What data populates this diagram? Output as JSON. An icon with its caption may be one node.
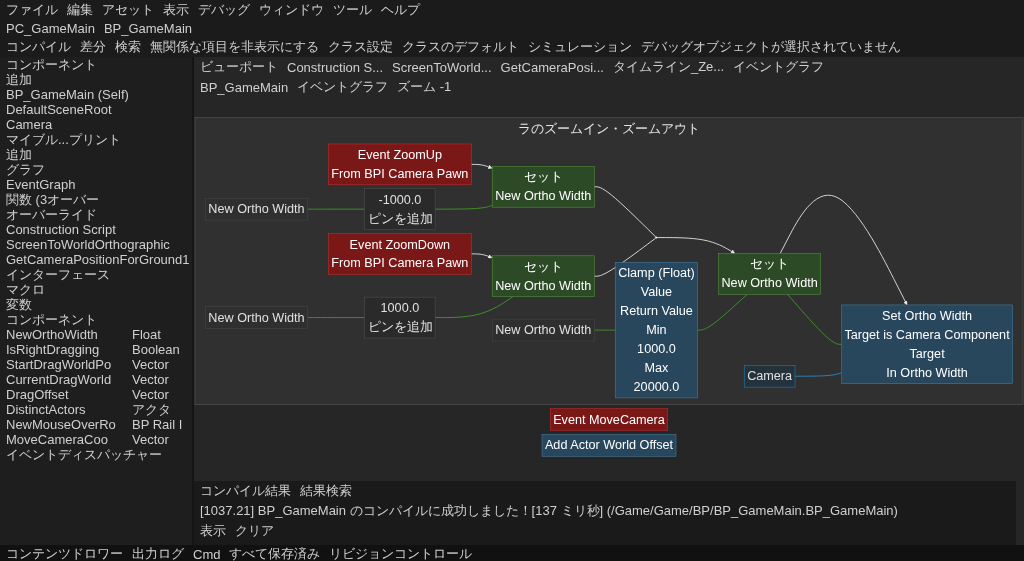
{
  "diagram": {
    "nodes": [
      {
        "text": [
          "ラのズームイン・ズームアウト"
        ]
      },
      {
        "text": [
          "Event ZoomUp",
          "From BPI Camera Pawn"
        ],
        "in": 0
      },
      {
        "text": [
          "New Ortho Width"
        ],
        "in": 0
      },
      {
        "text": [
          "-1000.0",
          "ピンを追加"
        ],
        "in": 0
      },
      {
        "text": [
          "セット",
          "New Ortho Width"
        ],
        "in": 0
      },
      {
        "text": [
          "Event ZoomDown",
          "From BPI Camera Pawn"
        ],
        "in": 0
      },
      {
        "text": [
          "New Ortho Width"
        ],
        "in": 0
      },
      {
        "text": [
          "1000.0",
          "ピンを追加"
        ],
        "in": 0
      },
      {
        "text": [
          "セット",
          "New Ortho Width"
        ],
        "in": 0
      },
      {
        "text": [],
        "shape": "circle",
        "in": 0
      },
      {
        "text": [
          "New Ortho Width"
        ],
        "in": 0
      },
      {
        "text": [
          "Clamp (Float)",
          "Value",
          "Return Value",
          "Min",
          "1000.0",
          "Max",
          "20000.0"
        ],
        "in": 0
      },
      {
        "text": [
          "セット",
          "New Ortho Width"
        ],
        "in": 0
      },
      {
        "text": [
          "Camera"
        ],
        "in": 0
      },
      {
        "text": [
          "Set Ortho Width",
          "Target is Camera Component",
          "Target",
          "In Ortho Width"
        ],
        "in": 0
      },
      {
        "text": [
          "Event MoveCamera"
        ]
      },
      {
        "text": [
          "Add Actor World Offset"
        ]
      }
    ],
    "edges": [
      {
        "from": 1,
        "to": 4,
        "arrow": "to",
        "color": "#e8e8e8"
      },
      {
        "from": 2,
        "to": 3,
        "arrow": "none"
      },
      {
        "from": 3,
        "to": 4,
        "arrow": "none"
      },
      {
        "from": 5,
        "to": 8,
        "arrow": "to",
        "color": "#e8e8e8"
      },
      {
        "from": 6,
        "to": 7,
        "arrow": "none"
      },
      {
        "from": 7,
        "to": 8,
        "arrow": "none"
      },
      {
        "from": 4,
        "to": 9,
        "arrow": "none",
        "color": "#e8e8e8"
      },
      {
        "from": 8,
        "to": 9,
        "arrow": "none",
        "color": "#e8e8e8"
      },
      {
        "from": 9,
        "to": 12,
        "arrow": "to",
        "color": "#e8e8e8"
      },
      {
        "from": 10,
        "to": 11,
        "arrow": "none"
      },
      {
        "from": 11,
        "to": 12,
        "arrow": "none"
      },
      {
        "from": 12,
        "to": 14,
        "arrow": "to",
        "color": "#e8e8e8"
      },
      {
        "from": 12,
        "to": 14,
        "arrow": "none"
      },
      {
        "from": 13,
        "to": 14,
        "arrow": "none",
        "color": "#1f8fd0"
      }
    ],
    "labels": [
      "ファイル",
      "編集",
      "アセット",
      "表示",
      "デバッグ",
      "ウィンドウ",
      "ツール",
      "ヘルプ",
      "PC_GameMain",
      "BP_GameMain",
      "コンパイル",
      "差分",
      "検索",
      "無関係な項目を非表示にする",
      "クラス設定",
      "クラスのデフォルト",
      "シミュレーション",
      "デバッグオブジェクトが選択されていません",
      "コンポーネント",
      "追加",
      "BP_GameMain (Self)",
      "DefaultSceneRoot",
      "Camera",
      "ビューポート",
      "Construction S...",
      "ScreenToWorld...",
      "GetCameraPosi...",
      "タイムライン_Ze...",
      "イベントグラフ",
      "BP_GameMain",
      "イベントグラフ",
      "ズーム -1",
      "マイブル...プリント",
      "追加",
      "グラフ",
      "EventGraph",
      "関数 (3オーバー",
      "オーバーライド",
      "Construction Script",
      "ScreenToWorldOrthographic",
      "GetCameraPositionForGround1",
      "インターフェース",
      "マクロ",
      "変数",
      "コンポーネント",
      "NewOrthoWidth",
      "Float",
      "IsRightDragging",
      "Boolean",
      "StartDragWorldPo",
      "Vector",
      "CurrentDragWorld",
      "Vector",
      "DragOffset",
      "Vector",
      "DistinctActors",
      "アクタ",
      "NewMouseOverRo",
      "BP Rail I",
      "MoveCameraCoo",
      "Vector",
      "イベントディスパッチャー",
      "コンパイル結果",
      "結果検索",
      "[1037.21] BP_GameMain のコンパイルに成功しました！[137 ミリ秒] (/Game/Game/BP/BP_GameMain.BP_GameMain)",
      "表示",
      "クリア",
      "コンテンツドロワー",
      "出力ログ",
      "Cmd",
      "すべて保存済み",
      "リビジョンコントロール"
    ]
  }
}
